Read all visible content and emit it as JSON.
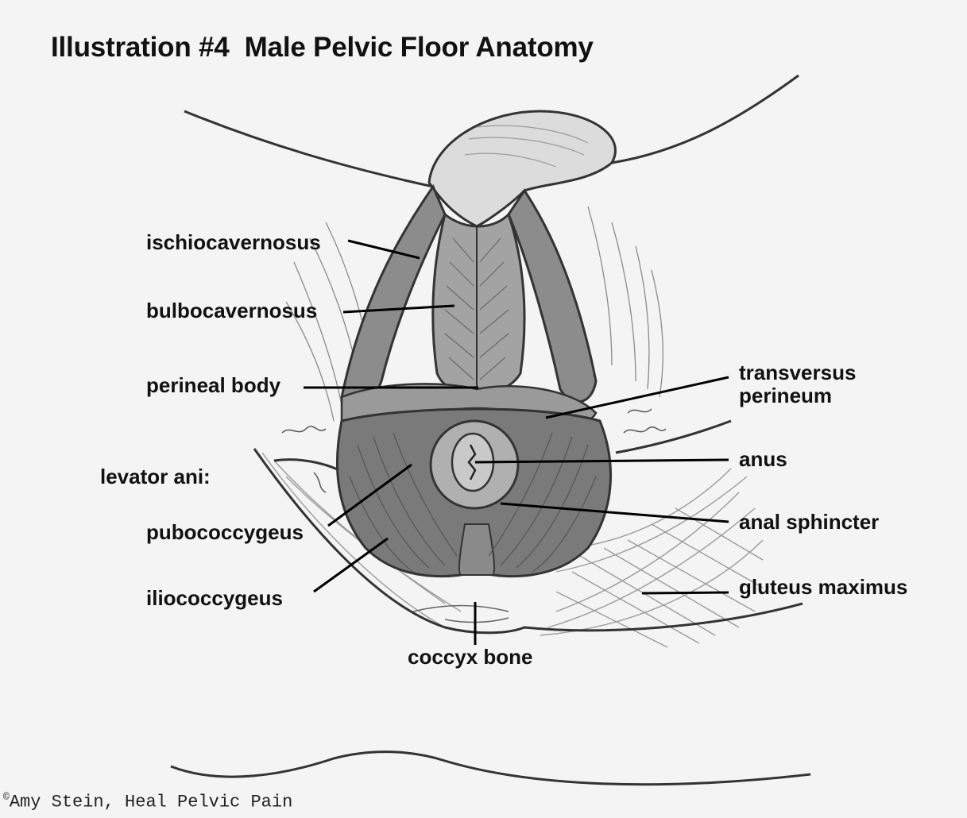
{
  "title": "Illustration #4  Male Pelvic Floor Anatomy",
  "labels": {
    "ischiocavernosus": "ischiocavernosus",
    "bulbocavernosus": "bulbocavernosus",
    "perineal_body": "perineal body",
    "levator_ani": "levator ani:",
    "pubococcygeus": "pubococcygeus",
    "iliococcygeus": "iliococcygeus",
    "transversus_line1": "transversus",
    "transversus_line2": "perineum",
    "anus": "anus",
    "anal_sphincter": "anal sphincter",
    "gluteus_maximus": "gluteus maximus",
    "coccyx_bone": "coccyx bone"
  },
  "credit": {
    "symbol": "©",
    "text": "Amy Stein, Heal Pelvic Pain"
  }
}
